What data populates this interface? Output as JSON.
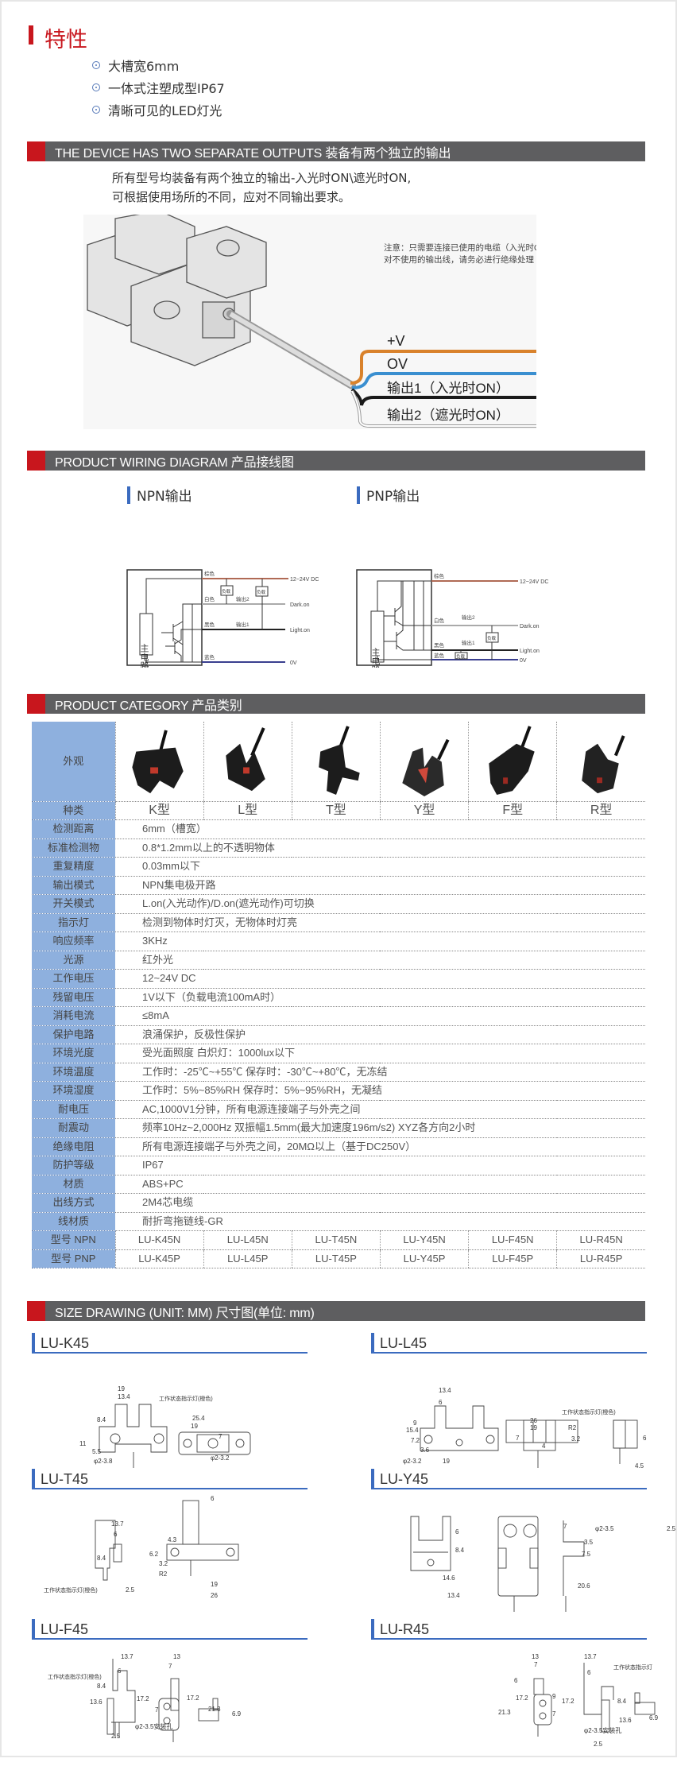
{
  "features": {
    "title": "特性",
    "items": [
      "大槽宽6mm",
      "一体式注塑成型IP67",
      "清晰可见的LED灯光"
    ]
  },
  "outputs": {
    "header": "THE DEVICE HAS TWO SEPARATE OUTPUTS  装备有两个独立的输出",
    "lines": [
      "所有型号均装备有两个独立的输出-入光时ON\\遮光时ON,",
      "可根据使用场所的不同，应对不同输出要求。"
    ],
    "note": [
      "注意：只需要连接已使用的电缆（入光时ON或遮光时ON），",
      "对不使用的输出线，请务必进行绝缘处理"
    ],
    "wires": [
      "+V",
      "OV",
      "输出1（入光时ON）",
      "输出2（遮光时ON）"
    ],
    "wire_colors": [
      "#d9822b",
      "#3a8fd0",
      "#1a1a1a",
      "#ffffff"
    ]
  },
  "wiring": {
    "header": "PRODUCT WIRING DIAGRAM 产品接线图",
    "npn": {
      "title": "NPN输出",
      "main": "主电路",
      "brown": "棕色",
      "white": "白色",
      "black": "黑色",
      "blue": "蓝色",
      "load": "负载",
      "out2": "输出2",
      "out1": "输出1",
      "v": "12~24V DC",
      "dark": "Dark.on",
      "light": "Light.on",
      "zero": "0V"
    },
    "pnp": {
      "title": "PNP输出",
      "main": "主电路",
      "brown": "棕色",
      "white": "白色",
      "black": "黑色",
      "blue": "蓝色",
      "load": "负载",
      "out2": "输出2",
      "out1": "输出1",
      "v": "12~24V DC",
      "dark": "Dark.on",
      "light": "Light.on",
      "zero": "0V"
    }
  },
  "category": {
    "header": "PRODUCT CATEGORY 产品类别",
    "appearance_label": "外观",
    "kind_label": "种类",
    "kinds": [
      "K型",
      "L型",
      "T型",
      "Y型",
      "F型",
      "R型"
    ],
    "specs": [
      {
        "label": "检测距离",
        "value": "6mm（槽宽）"
      },
      {
        "label": "标准检测物",
        "value": "0.8*1.2mm以上的不透明物体"
      },
      {
        "label": "重复精度",
        "value": "0.03mm以下"
      },
      {
        "label": "输出模式",
        "value": "NPN集电极开路"
      },
      {
        "label": "开关模式",
        "value": "L.on(入光动作)/D.on(遮光动作)可切换"
      },
      {
        "label": "指示灯",
        "value": "检测到物体时灯灭，无物体时灯亮"
      },
      {
        "label": "响应频率",
        "value": "3KHz"
      },
      {
        "label": "光源",
        "value": "红外光"
      },
      {
        "label": "工作电压",
        "value": "12~24V DC"
      },
      {
        "label": "残留电压",
        "value": "1V以下（负载电流100mA时）"
      },
      {
        "label": "消耗电流",
        "value": "≤8mA"
      },
      {
        "label": "保护电路",
        "value": "浪涌保护，反极性保护"
      },
      {
        "label": "环境光度",
        "value": "受光面照度 白炽灯：1000lux以下"
      },
      {
        "label": "环境温度",
        "value": "工作时：-25℃~+55℃  保存时：-30℃~+80℃，无冻结"
      },
      {
        "label": "环境湿度",
        "value": "工作时：5%~85%RH  保存时：5%~95%RH，无凝结"
      },
      {
        "label": "耐电压",
        "value": "AC,1000V1分钟，所有电源连接端子与外壳之间"
      },
      {
        "label": "耐震动",
        "value": "频率10Hz~2,000Hz   双振幅1.5mm(最大加速度196m/s2)   XYZ各方向2小时"
      },
      {
        "label": "绝缘电阻",
        "value": "所有电源连接端子与外壳之间，20MΩ以上（基于DC250V）"
      },
      {
        "label": "防护等级",
        "value": "IP67"
      },
      {
        "label": "材质",
        "value": "ABS+PC"
      },
      {
        "label": "出线方式",
        "value": "2M4芯电缆"
      },
      {
        "label": "线材质",
        "value": "耐折弯拖链线-GR"
      }
    ],
    "npn_label": "型号  NPN",
    "pnp_label": "型号  PNP",
    "npn_models": [
      "LU-K45N",
      "LU-L45N",
      "LU-T45N",
      "LU-Y45N",
      "LU-F45N",
      "LU-R45N"
    ],
    "pnp_models": [
      "LU-K45P",
      "LU-L45P",
      "LU-T45P",
      "LU-Y45P",
      "LU-F45P",
      "LU-R45P"
    ]
  },
  "size": {
    "header": "SIZE DRAWING (UNIT: MM)   尺寸图(单位: mm)",
    "models": [
      {
        "name": "LU-K45",
        "dims": [
          "19",
          "13.4",
          "8.4",
          "11",
          "5.5",
          "φ2-3.8",
          "25.4",
          "19",
          "7",
          "φ2-3.2"
        ],
        "note": "工作状态指示灯(橙色)"
      },
      {
        "name": "LU-L45",
        "dims": [
          "13.4",
          "6",
          "15.4",
          "9",
          "7.2",
          "3.6",
          "φ2-3.2",
          "19",
          "26",
          "19",
          "R2",
          "7",
          "3.2",
          "4",
          "6",
          "4.5"
        ],
        "note": "工作状态指示灯(橙色)"
      },
      {
        "name": "LU-T45",
        "dims": [
          "13.7",
          "6",
          "8.4",
          "2.5",
          "6",
          "4.3",
          "6.2",
          "3.2",
          "R2",
          "19",
          "26"
        ],
        "note": "工作状态指示灯(橙色)"
      },
      {
        "name": "LU-Y45",
        "dims": [
          "6",
          "8.4",
          "14.6",
          "13.4",
          "7",
          "3.5",
          "7.5",
          "20.6",
          "φ2-3.5",
          "2.5"
        ],
        "note": ""
      },
      {
        "name": "LU-F45",
        "dims": [
          "13.7",
          "6",
          "8.4",
          "13.6",
          "17.2",
          "2.5",
          "13",
          "7",
          "17.2",
          "21.3",
          "7",
          "φ2-3.5安装孔",
          "6.9"
        ],
        "note": "工作状态指示灯(橙色)"
      },
      {
        "name": "LU-R45",
        "dims": [
          "13",
          "7",
          "6",
          "21.3",
          "17.2",
          "9",
          "7",
          "φ2-3.5安装孔",
          "13.7",
          "6",
          "17.2",
          "8.4",
          "13.6",
          "2.5",
          "6.9"
        ],
        "note": "工作状态指示灯"
      }
    ]
  }
}
